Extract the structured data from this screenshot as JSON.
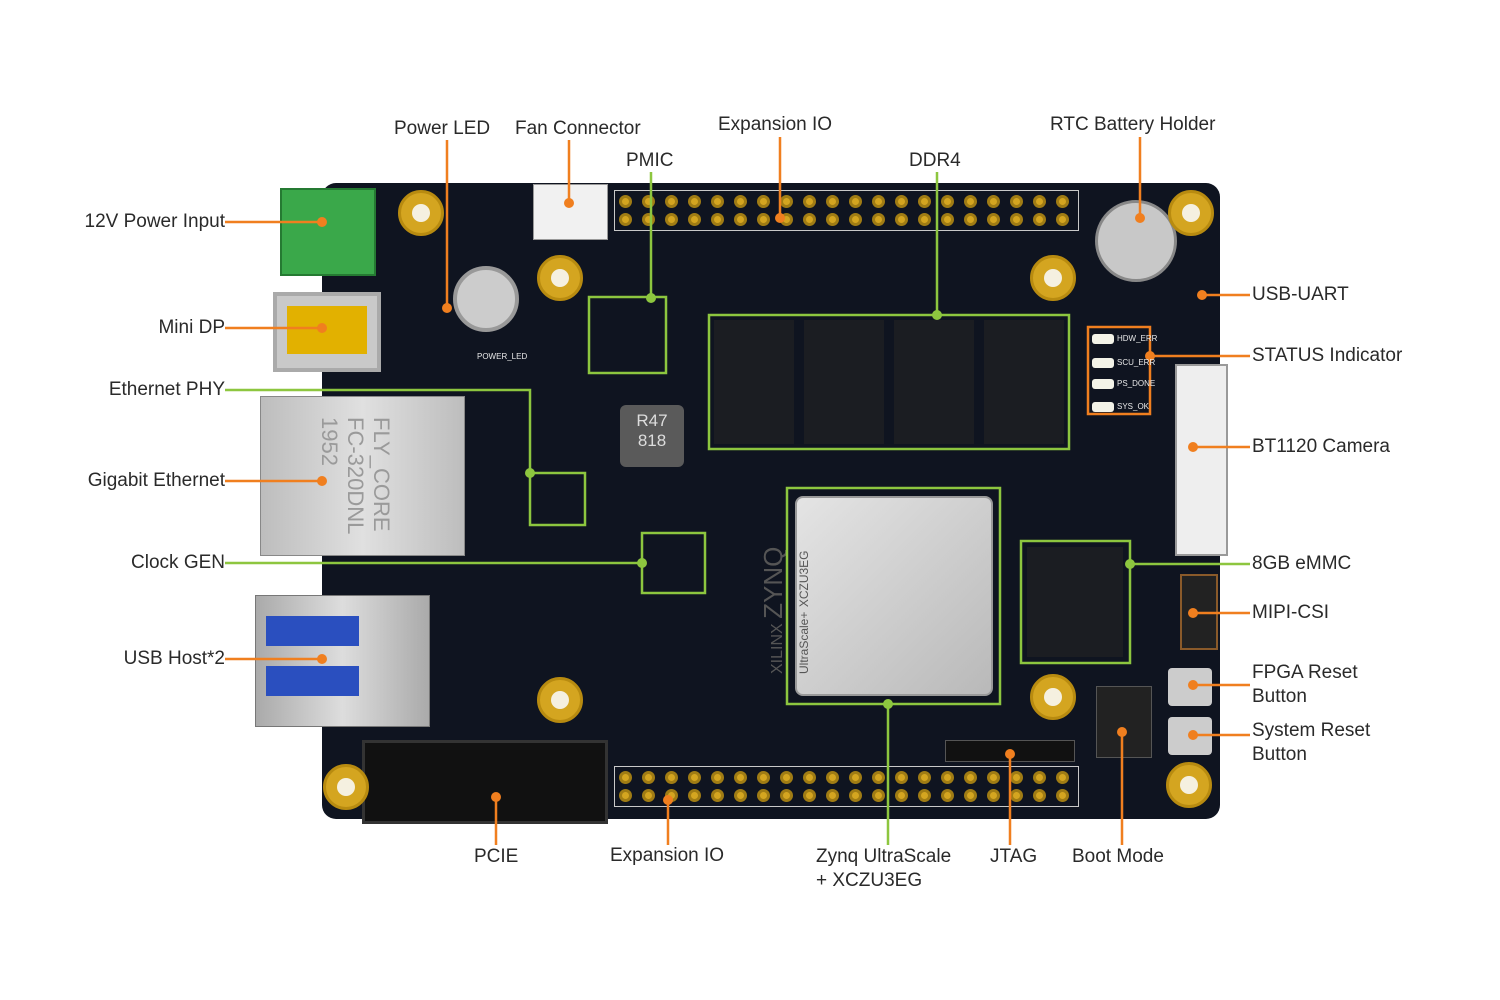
{
  "colors": {
    "orange": "#f07f1f",
    "green": "#8dc63f",
    "board": "#0f1420"
  },
  "labels": {
    "power_led": "Power LED",
    "fan_connector": "Fan Connector",
    "expansion_io_top": "Expansion IO",
    "rtc_battery": "RTC Battery Holder",
    "pmic": "PMIC",
    "ddr4": "DDR4",
    "power_input": "12V Power Input",
    "mini_dp": "Mini DP",
    "ethernet_phy": "Ethernet PHY",
    "gigabit_ethernet": "Gigabit Ethernet",
    "clock_gen": "Clock GEN",
    "usb_host": "USB Host*2",
    "usb_uart": "USB-UART",
    "status_indicator": "STATUS Indicator",
    "bt1120": "BT1120 Camera",
    "emmc": "8GB eMMC",
    "mipi_csi": "MIPI-CSI",
    "fpga_reset_1": "FPGA Reset",
    "fpga_reset_2": "Button",
    "system_reset_1": "System Reset",
    "system_reset_2": "Button",
    "pcie": "PCIE",
    "expansion_io_bottom": "Expansion IO",
    "zynq_1": "Zynq UltraScale",
    "zynq_2": "+ XCZU3EG",
    "jtag": "JTAG",
    "boot_mode": "Boot Mode"
  },
  "board_marks": {
    "chip_brand": "XILINX",
    "chip_name": "ZYNQ",
    "chip_sub": "UltraScale+",
    "chip_part": "XCZU3EG",
    "inductor": "R47\n818",
    "eth_jack": "FLY_CORE FC-320DNL 1952",
    "status_leds": [
      "HDW_ERR",
      "SCU_ERR",
      "PS_DONE",
      "SYS_OK"
    ],
    "power_led_silk": "POWER_LED"
  }
}
